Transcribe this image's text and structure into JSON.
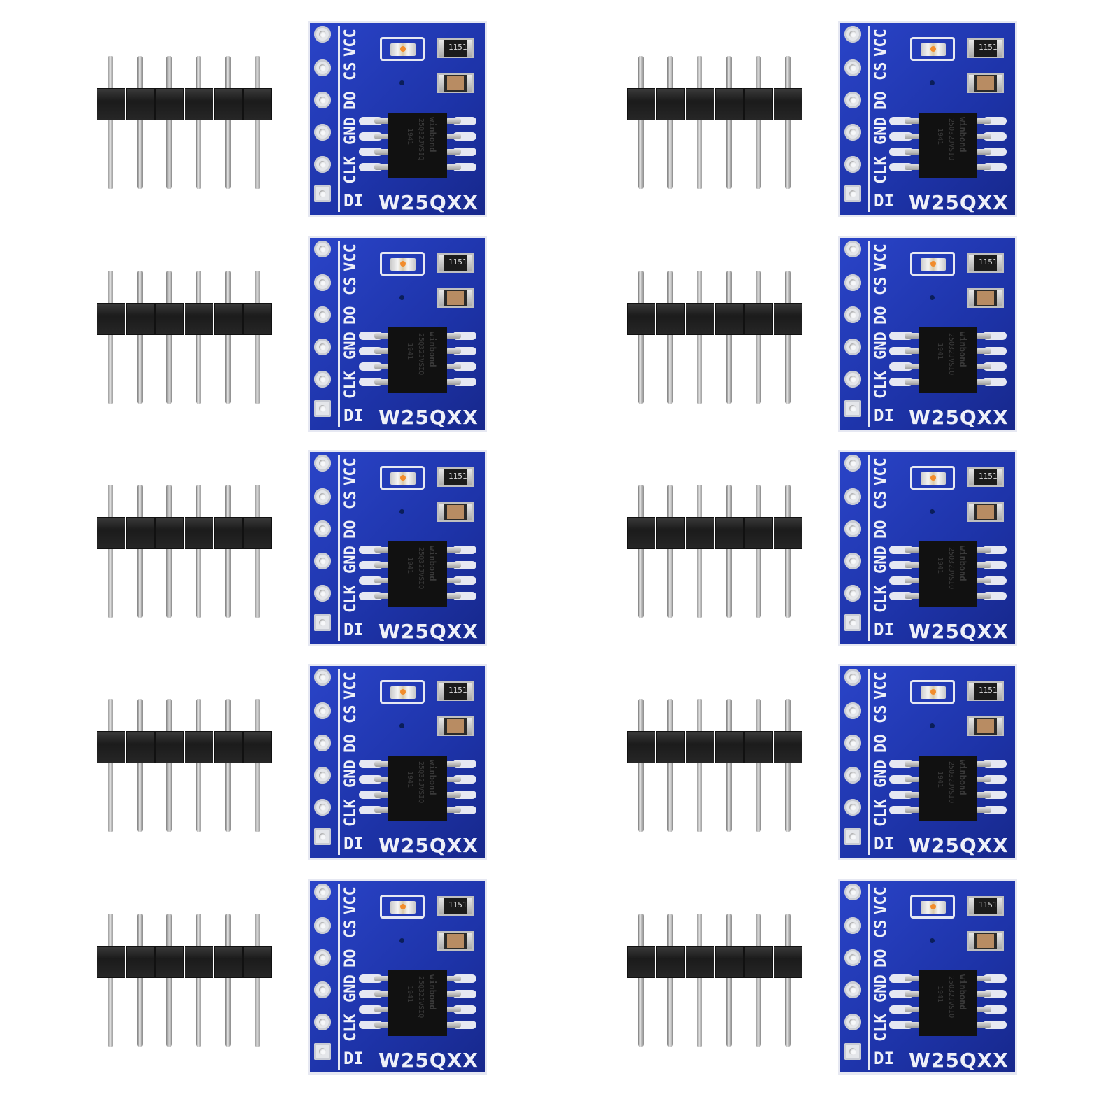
{
  "image": {
    "subject": "W25QXX SPI flash breakout modules with separate 6-pin male headers",
    "background_color": "#ffffff",
    "pcb_color": "#1f36b0",
    "header_color": "#1e1e1e",
    "pin_color": "#c8c8c8"
  },
  "modules": {
    "count": 10,
    "columns": 2,
    "rows": 5
  },
  "board": {
    "pin_labels": [
      "VCC",
      "CS",
      "DO",
      "GND",
      "CLK",
      "DI"
    ],
    "model": "W25QXX",
    "smd_marking": "1151",
    "chip_brand": "winbond",
    "chip_part": "25Q32JVSIQ",
    "chip_date": "1941"
  },
  "header": {
    "pin_count": 6
  }
}
